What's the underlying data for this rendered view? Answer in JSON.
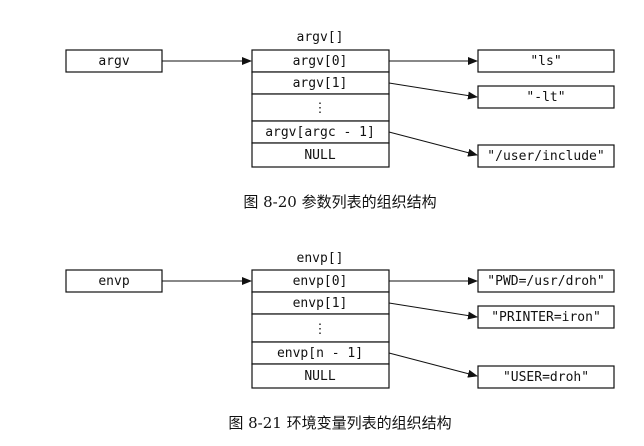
{
  "diagrams": [
    {
      "array_title": "argv[]",
      "pointer_label": "argv",
      "slots": [
        "argv[0]",
        "argv[1]",
        "⋮",
        "argv[argc - 1]",
        "NULL"
      ],
      "targets": [
        "\"ls\"",
        "\"-lt\"",
        "\"/user/include\""
      ],
      "caption": "图 8-20   参数列表的组织结构"
    },
    {
      "array_title": "envp[]",
      "pointer_label": "envp",
      "slots": [
        "envp[0]",
        "envp[1]",
        "⋮",
        "envp[n - 1]",
        "NULL"
      ],
      "targets": [
        "\"PWD=/usr/droh\"",
        "\"PRINTER=iron\"",
        "\"USER=droh\""
      ],
      "caption": "图 8-21   环境变量列表的组织结构"
    }
  ]
}
